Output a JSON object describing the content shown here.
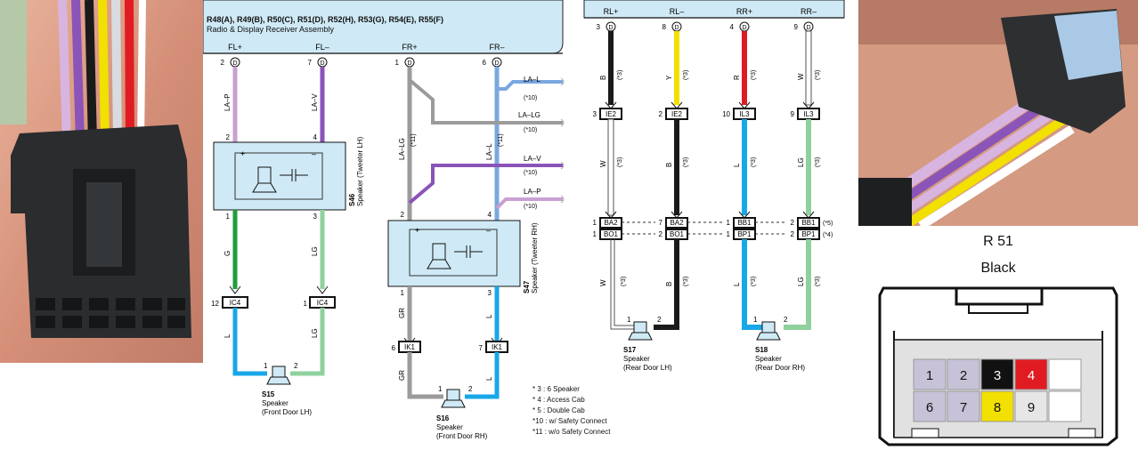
{
  "header": {
    "connectors": "R48(A), R49(B), R50(C), R51(D), R52(H), R53(G), R54(E), R55(F)",
    "assembly": "Radio & Display Receiver Assembly"
  },
  "colors": {
    "receiver_fill": "#cfeaf6",
    "wire_black": "#1a1a1a",
    "wire_yellow": "#f2e000",
    "wire_red": "#e11b22",
    "wire_white": "#ffffff",
    "wire_blue": "#18a7e8",
    "wire_lightgreen": "#8fd19e",
    "wire_green": "#1f9e3c",
    "wire_violet": "#8a54b8",
    "wire_pink": "#c9a0d2",
    "wire_gray": "#9b9b9b",
    "wire_blueline": "#7aa7e0"
  },
  "front": {
    "fl_plus": "FL+",
    "fl_minus": "FL–",
    "fr_plus": "FR+",
    "fr_minus": "FR–",
    "pin_2": "2",
    "pin_7": "7",
    "pin_1": "1",
    "pin_6": "6",
    "d": "D",
    "la_p": "LA–P",
    "la_v": "LA–V",
    "la_lg": "LA–LG",
    "la_l": "LA–L",
    "la_l_branch": "LA–L",
    "la_lg_branch": "LA–LG",
    "la_v_branch": "LA–V",
    "la_p_branch": "LA–P",
    "n10": "(*10)",
    "n11": "(*11)",
    "s46_code": "S46",
    "s46_name": "Speaker (Tweeter LH)",
    "s47_code": "S47",
    "s47_name": "Speaker (Tweeter RH)",
    "plus": "+",
    "minus": "–",
    "p2": "2",
    "p4": "4",
    "p1": "1",
    "p3": "3",
    "g": "G",
    "lg": "LG",
    "l": "L",
    "gr": "GR",
    "ic4": "IC4",
    "ik1": "IK1",
    "n12": "12",
    "n1": "1",
    "n6": "6",
    "n7": "7",
    "s15_code": "S15",
    "s15_name": "Speaker",
    "s15_loc": "(Front Door LH)",
    "s16_code": "S16",
    "s16_name": "Speaker",
    "s16_loc": "(Front Door RH)"
  },
  "rear": {
    "rl_plus": "RL+",
    "rl_minus": "RL–",
    "rr_plus": "RR+",
    "rr_minus": "RR–",
    "pin_3": "3",
    "pin_8": "8",
    "pin_4": "4",
    "pin_9": "9",
    "b": "B",
    "y": "Y",
    "r": "R",
    "w": "W",
    "l": "L",
    "lg": "LG",
    "n3": "(*3)",
    "ie2": "IE2",
    "il3": "IL3",
    "ba2": "BA2",
    "bo1": "BO1",
    "bb1": "BB1",
    "bp1": "BP1",
    "n5": "(*5)",
    "n4": "(*4)",
    "s17_code": "S17",
    "s17_name": "Speaker",
    "s17_loc": "(Rear Door LH)",
    "s18_code": "S18",
    "s18_name": "Speaker",
    "s18_loc": "(Rear Door RH)",
    "num_3": "3",
    "num_2": "2",
    "num_10": "10",
    "num_9": "9",
    "num_1": "1",
    "num_7": "7"
  },
  "notes": [
    "* 3 : 6 Speaker",
    "* 4 : Access Cab",
    "* 5 : Double Cab",
    "*10 : w/ Safety Connect",
    "*11 : w/o Safety Connect"
  ],
  "connector_diagram": {
    "title": "R 51",
    "color": "Black",
    "pins_top": [
      "1",
      "2",
      "3",
      "4",
      ""
    ],
    "pins_bottom": [
      "6",
      "7",
      "8",
      "9",
      ""
    ],
    "pin_fills_top": [
      "#c7c2d8",
      "#c7c2d8",
      "#111111",
      "#e11b22",
      "#ffffff"
    ],
    "pin_fills_bottom": [
      "#c7c2d8",
      "#c7c2d8",
      "#f2e000",
      "#e6e6e6",
      "#ffffff"
    ]
  }
}
